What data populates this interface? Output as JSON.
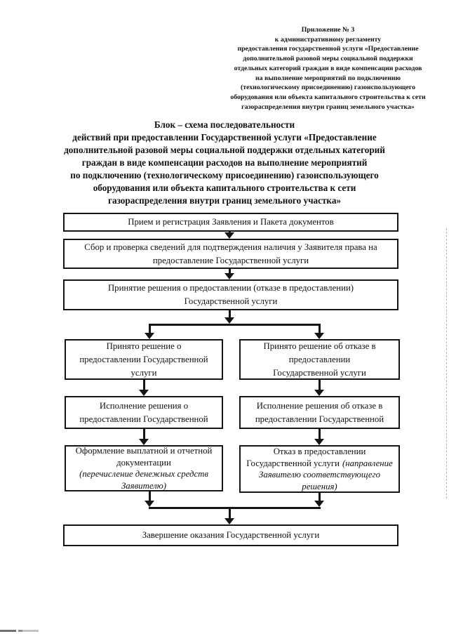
{
  "appendix": {
    "lines": [
      "Приложение № 3",
      "к административному регламенту",
      "предоставления государственной услуги «Предоставление",
      "дополнительной разовой меры социальной поддержки",
      "отдельных категорий граждан в виде компенсации расходов",
      "на выполнение мероприятий по подключению",
      "(технологическому присоединению) газоиспользующего",
      "оборудования или объекта капитального строительства к сети",
      "газораспределения внутри границ земельного участка»"
    ]
  },
  "title": {
    "lines": [
      "Блок – схема последовательности",
      "действий при предоставлении Государственной услуги «Предоставление",
      "дополнительной разовой меры социальной поддержки отдельных категорий",
      "граждан в виде компенсации расходов на выполнение мероприятий",
      "по подключению (технологическому присоединению) газоиспользующего",
      "оборудования или объекта капитального строительства к сети",
      "газораспределения внутри границ земельного участка»"
    ]
  },
  "flowchart": {
    "box1": {
      "text": "Прием и регистрация Заявления и Пакета документов"
    },
    "box2": {
      "lines": [
        "Сбор и проверка сведений для подтверждения наличия у Заявителя права  на",
        "предоставление Государственной услуги"
      ]
    },
    "box3": {
      "lines": [
        "Принятие решения о предоставлении (отказе в предоставлении)",
        "Государственной услуги"
      ]
    },
    "box4_left": {
      "lines": [
        "Принято решение о",
        "предоставлении Государственной",
        "услуги"
      ]
    },
    "box4_right": {
      "lines": [
        "Принято решение об отказе в",
        "предоставлении",
        "Государственной услуги"
      ]
    },
    "box5_left": {
      "lines": [
        "Исполнение решения о",
        "предоставлении Государственной"
      ]
    },
    "box5_right": {
      "lines": [
        "Исполнение решения об отказе в",
        "предоставлении Государственной"
      ]
    },
    "box6_left": {
      "regular_lines": [
        "Оформление выплатной и отчетной",
        "документации"
      ],
      "italic_lines": [
        "(перечисление денежных средств",
        "Заявителю)"
      ]
    },
    "box6_right": {
      "regular_line": "Отказ в предоставлении",
      "mixed_regular": "Государственной услуги",
      "mixed_italic": "(направление",
      "italic_lines": [
        "Заявителю соответствующего",
        "решения)"
      ]
    },
    "box7": {
      "text": "Завершение оказания Государственной услуги"
    }
  },
  "colors": {
    "ink": "#111111",
    "box_border": "#151515",
    "artifact_dark": "#707070",
    "artifact_mid": "#8f8f8f",
    "artifact_light": "#c2c2c2",
    "scan_line": "#b5b5b5"
  }
}
